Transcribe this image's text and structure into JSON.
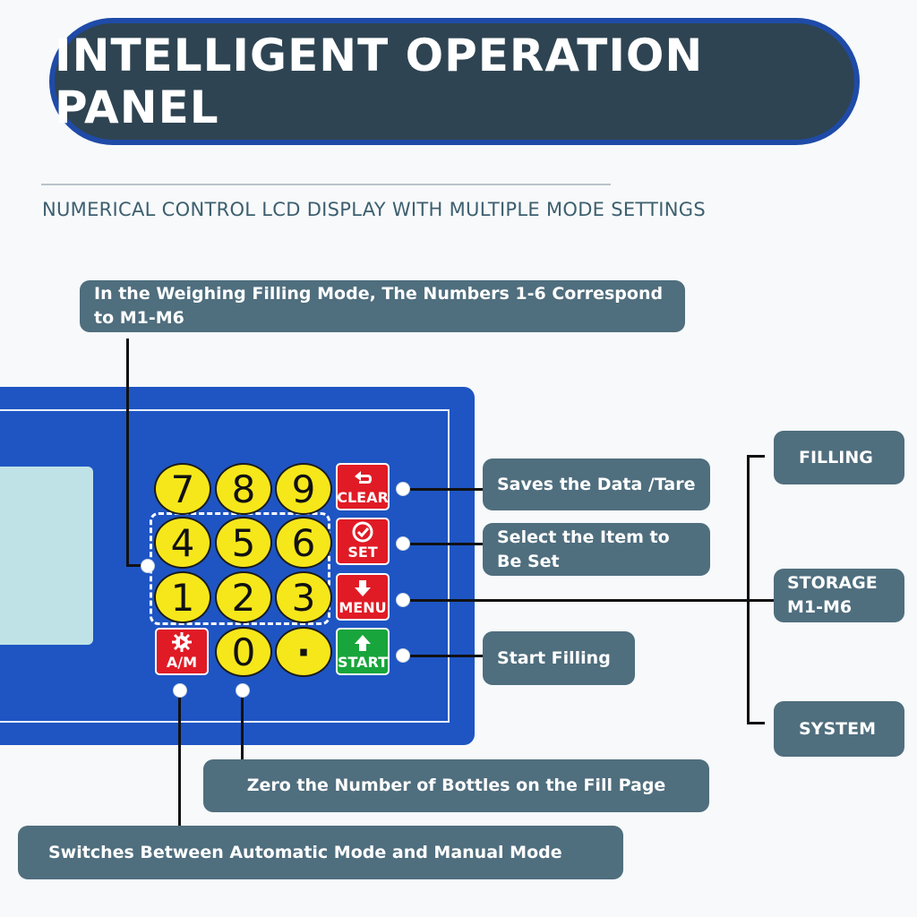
{
  "title": "INTELLIGENT OPERATION PANEL",
  "subtitle": "NUMERICAL CONTROL LCD DISPLAY WITH MULTIPLE MODE SETTINGS",
  "callouts": {
    "numbers": "In the Weighing Filling Mode, The Numbers 1-6 Correspond to M1-M6",
    "clear": "Saves the Data /Tare",
    "set": "Select the Item to Be Set",
    "start": "Start Filling",
    "zero": "Zero the Number of Bottles on the Fill Page",
    "am": "Switches Between Automatic Mode and Manual Mode"
  },
  "menu_items": {
    "filling": "FILLING",
    "storage": "STORAGE M1-M6",
    "system": "SYSTEM"
  },
  "keypad": {
    "k7": "7",
    "k8": "8",
    "k9": "9",
    "k4": "4",
    "k5": "5",
    "k6": "6",
    "k1": "1",
    "k2": "2",
    "k3": "3",
    "k0": "0",
    "kdot": "·",
    "clear": "CLEAR",
    "set": "SET",
    "menu": "MENU",
    "start": "START",
    "am": "A/M"
  },
  "colors": {
    "banner": "#2e4452",
    "banner_border": "#1f4ba8",
    "label_box": "#4f6e7e",
    "panel": "#1e55c3",
    "key_yellow": "#f6e71a",
    "key_red": "#e01b25",
    "key_green": "#18a53b"
  }
}
